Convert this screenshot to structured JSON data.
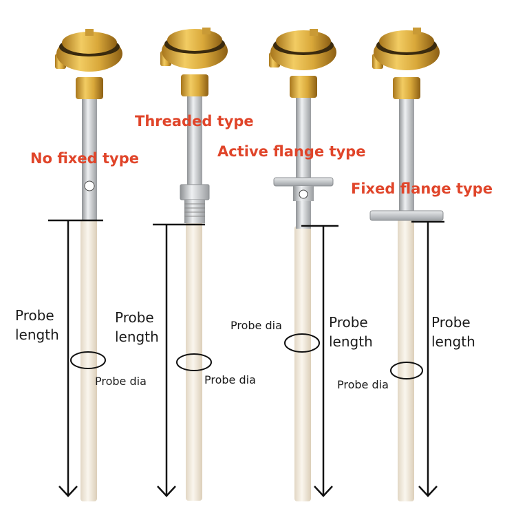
{
  "colors": {
    "type_label": "#e0452a",
    "annotation": "#111111",
    "brass_head": "#d9a83a",
    "steel_tube": "#c9cbcd",
    "ceramic_tube": "#f3ecdf"
  },
  "products": [
    {
      "type_label": "No fixed type",
      "length_label_line1": "Probe",
      "length_label_line2": "length",
      "dia_label": "Probe dia"
    },
    {
      "type_label": "Threaded type",
      "length_label_line1": "Probe",
      "length_label_line2": "length",
      "dia_label": "Probe dia"
    },
    {
      "type_label": "Active flange type",
      "length_label_line1": "Probe",
      "length_label_line2": "length",
      "dia_label": "Probe dia"
    },
    {
      "type_label": "Fixed flange type",
      "length_label_line1": "Probe",
      "length_label_line2": "length",
      "dia_label": "Probe dia"
    }
  ]
}
